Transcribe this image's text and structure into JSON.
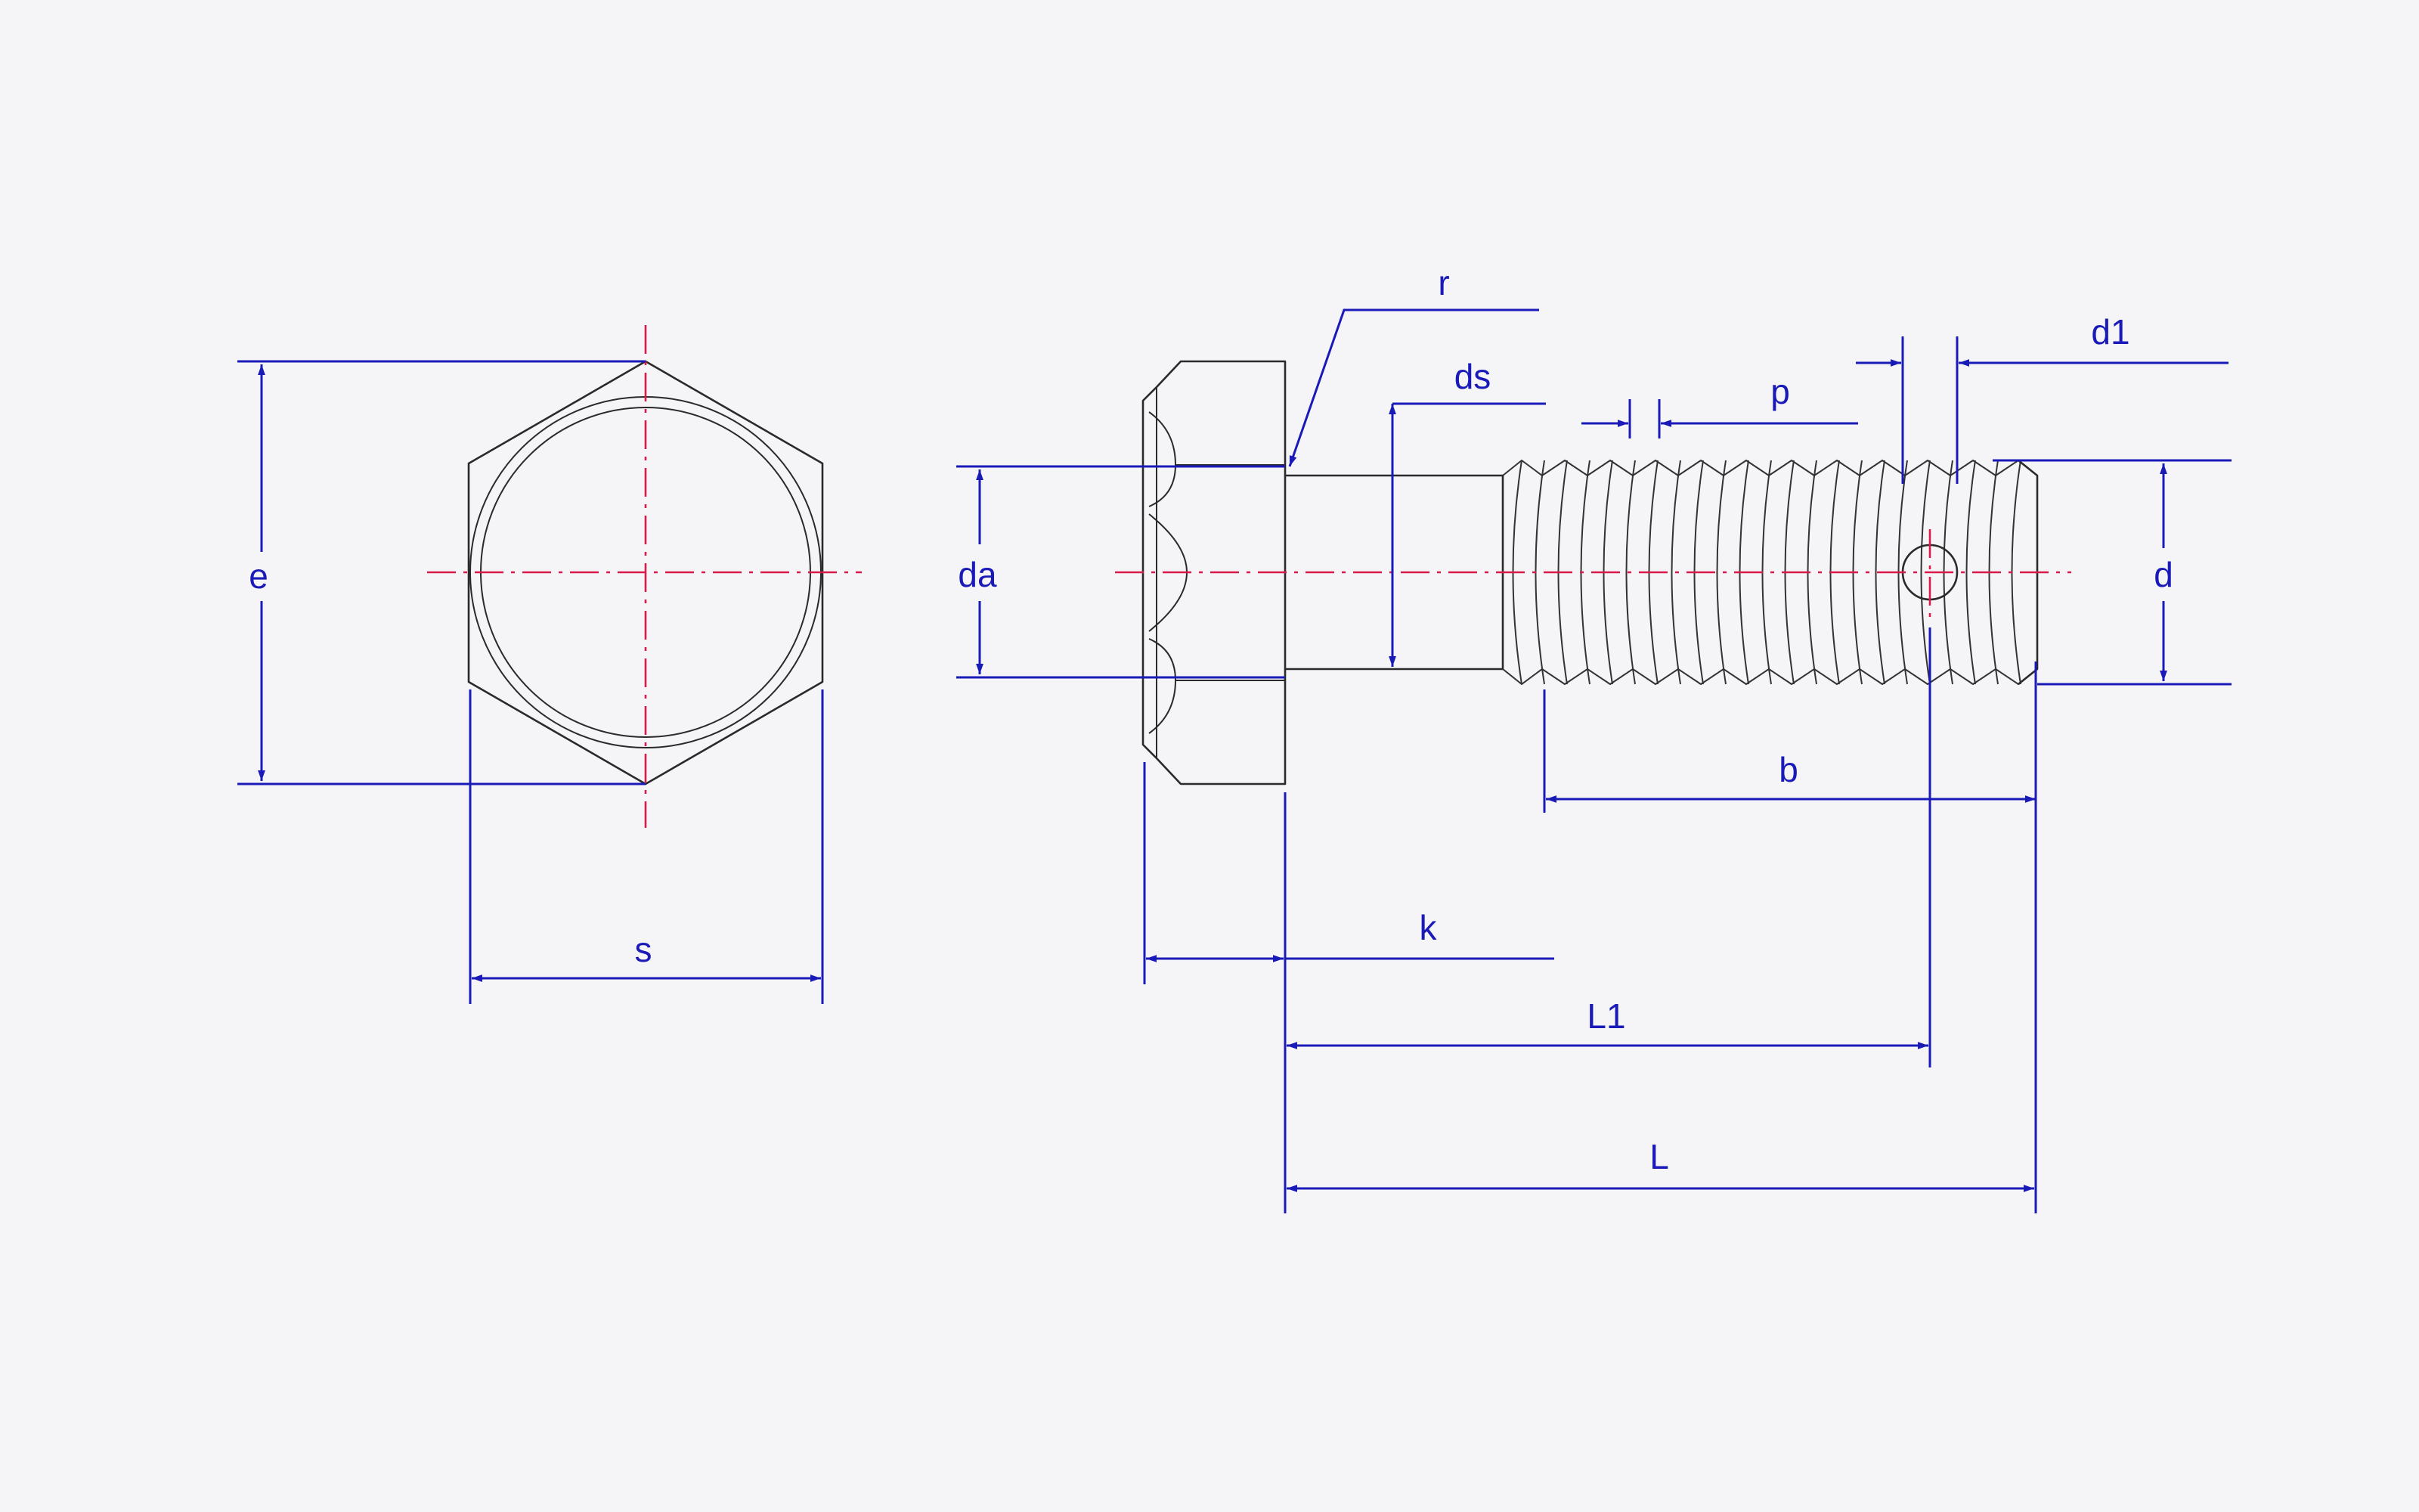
{
  "colors": {
    "background": "#f5f5f7",
    "outline": "#2a2a2a",
    "centerline": "#d81b4a",
    "dimension": "#1a1ab8"
  },
  "labels": {
    "e": "e",
    "s": "s",
    "da": "da",
    "r": "r",
    "ds": "ds",
    "p": "p",
    "d1": "d1",
    "d": "d",
    "b": "b",
    "k": "k",
    "L1": "L1",
    "L": "L"
  }
}
